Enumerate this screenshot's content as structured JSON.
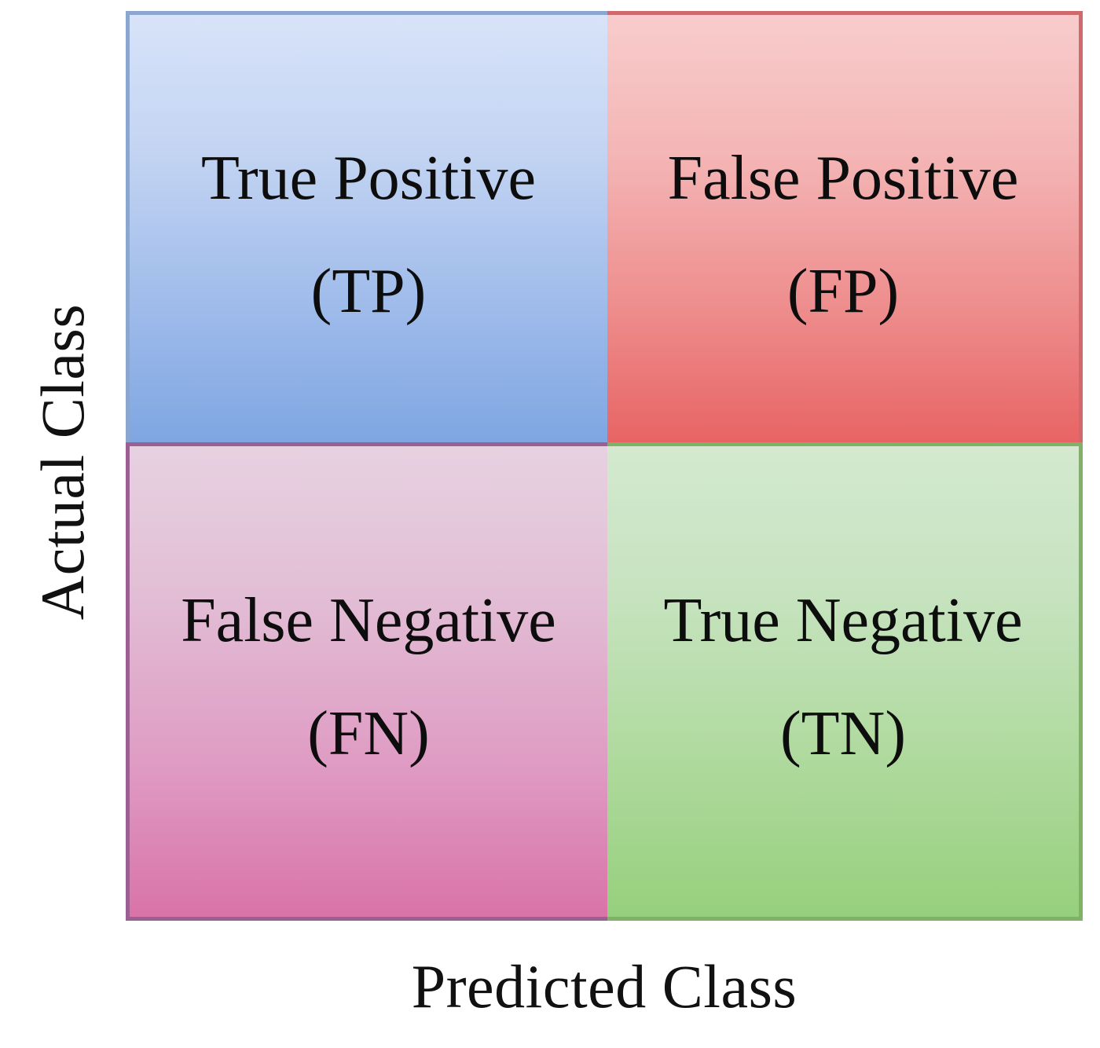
{
  "figure": {
    "type": "confusion-matrix",
    "title": "",
    "axes": {
      "y_label": "Actual Class",
      "x_label": "Predicted Class"
    }
  },
  "chart_data": {
    "type": "table",
    "title": "",
    "xlabel": "Predicted Class",
    "ylabel": "Actual Class",
    "rows": 2,
    "columns": 2,
    "cells": [
      {
        "position": "top-left",
        "row": 0,
        "col": 0,
        "name": "True Positive",
        "abbreviation": "(TP)",
        "color_light": "#D8E3F9",
        "color_dark": "#7FA6E2",
        "border_color": "#8BA6CF"
      },
      {
        "position": "top-right",
        "row": 0,
        "col": 1,
        "name": "False Positive",
        "abbreviation": "(FP)",
        "color_light": "#F8CCCC",
        "color_dark": "#E86464",
        "border_color": "#D06A6A"
      },
      {
        "position": "bottom-left",
        "row": 1,
        "col": 0,
        "name": "False Negative",
        "abbreviation": "(FN)",
        "color_light": "#E7D1E1",
        "color_dark": "#D973A8",
        "border_color": "#9C5F92"
      },
      {
        "position": "bottom-right",
        "row": 1,
        "col": 1,
        "name": "True Negative",
        "abbreviation": "(TN)",
        "color_light": "#D4E9CF",
        "color_dark": "#96D07D",
        "border_color": "#7FB266"
      }
    ],
    "legend": "none",
    "grid": false
  }
}
